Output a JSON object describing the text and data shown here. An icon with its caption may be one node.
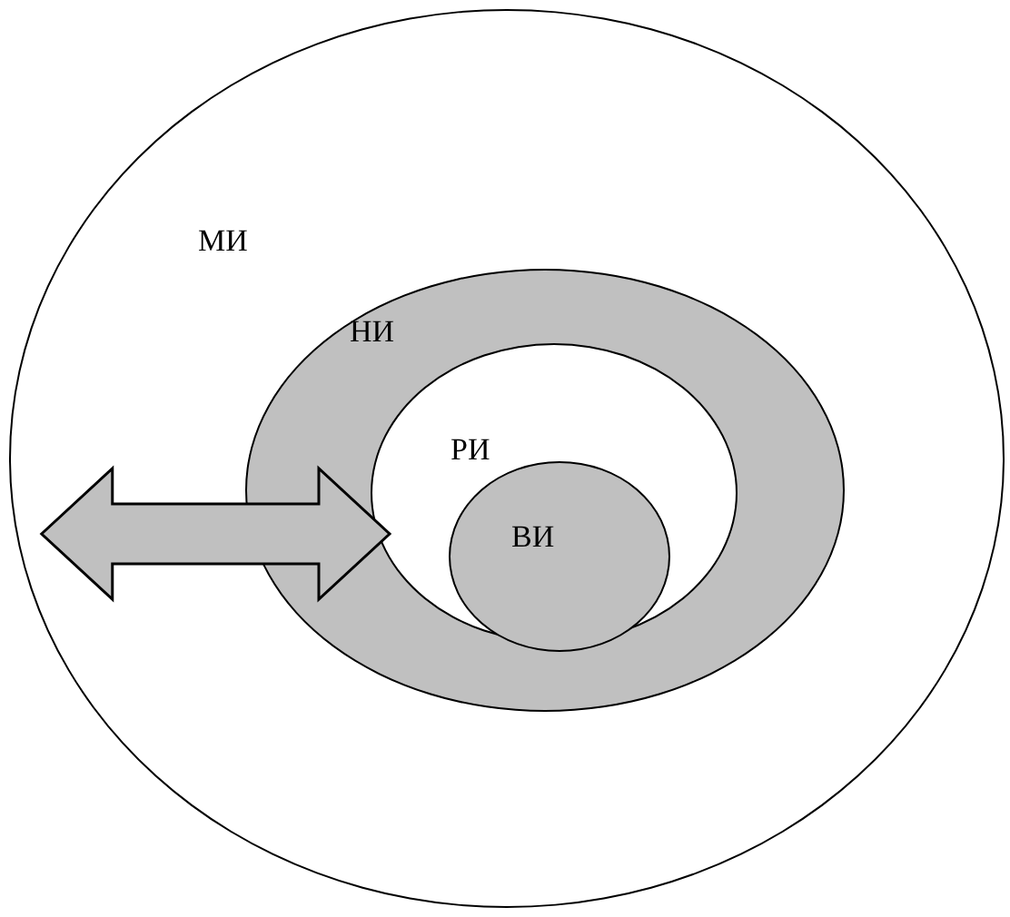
{
  "diagram": {
    "nodes": [
      {
        "text": [
          "МИ"
        ]
      },
      {
        "text": [
          "НИ"
        ],
        "in": 0
      },
      {
        "text": [
          "РИ"
        ],
        "in": 1
      },
      {
        "text": [
          "ВИ"
        ],
        "in": 2
      }
    ],
    "edges": [
      {
        "from": 0,
        "to": 2,
        "arrow": "both",
        "style": "thick"
      }
    ]
  }
}
